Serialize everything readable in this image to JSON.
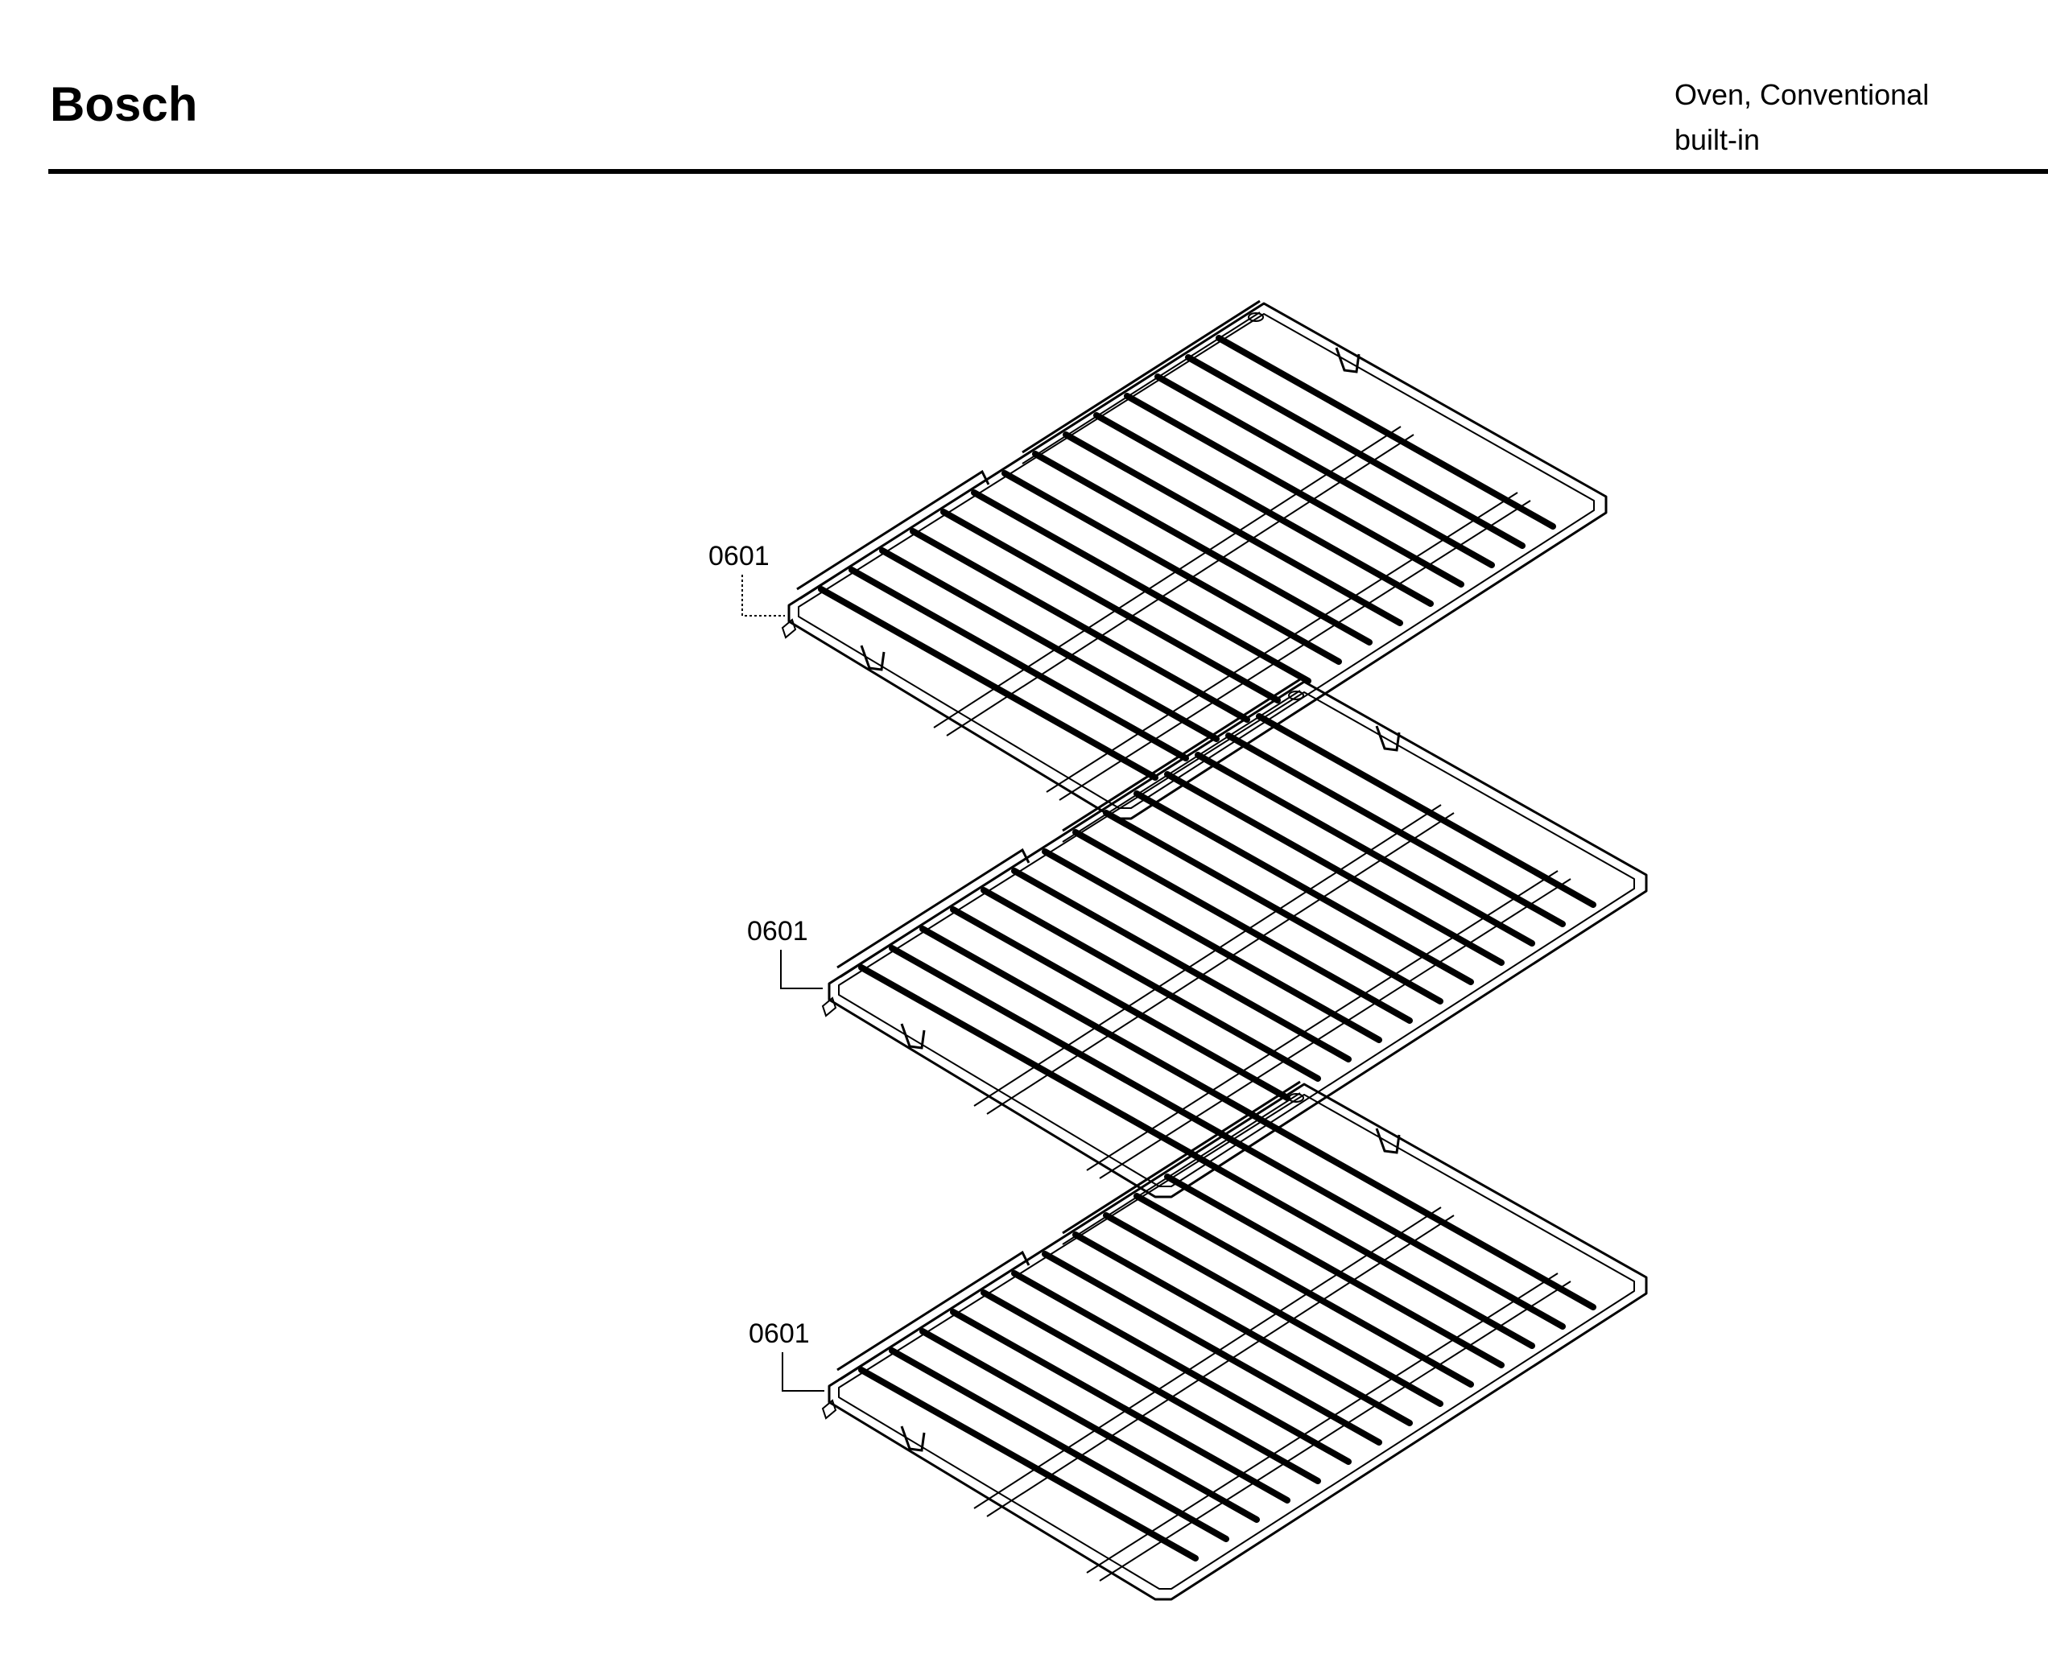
{
  "header": {
    "brand": "Bosch",
    "product_line1": "Oven, Conventional",
    "product_line2": "built-in"
  },
  "diagram": {
    "racks": [
      {
        "part_number": "0601"
      },
      {
        "part_number": "0601"
      },
      {
        "part_number": "0601"
      }
    ]
  },
  "colors": {
    "ink": "#000000",
    "background": "#ffffff"
  }
}
